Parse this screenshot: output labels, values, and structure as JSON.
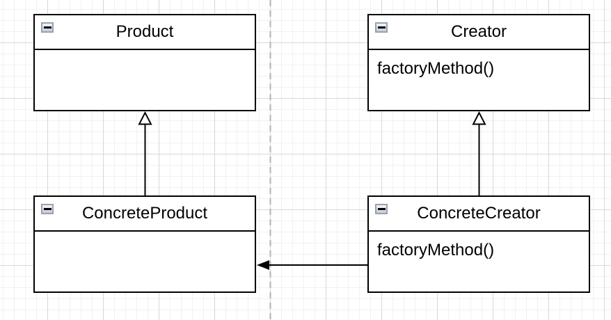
{
  "canvas": {
    "background": "#ffffff",
    "grid_minor_color": "#f1f1f1",
    "grid_major_color": "#d8d8d8",
    "page_divider_color": "#b3b3b3",
    "shape_border_color": "#000000",
    "shape_fill_color": "#ffffff",
    "text_color": "#000000"
  },
  "icons": {
    "collapse": "minus-icon"
  },
  "diagram": {
    "classes": [
      {
        "name": "Product",
        "methods": []
      },
      {
        "name": "Creator",
        "methods": [
          "factoryMethod()"
        ]
      },
      {
        "name": "ConcreteProduct",
        "methods": []
      },
      {
        "name": "ConcreteCreator",
        "methods": [
          "factoryMethod()"
        ]
      }
    ],
    "relations": [
      {
        "type": "generalization",
        "from": "ConcreteProduct",
        "to": "Product"
      },
      {
        "type": "generalization",
        "from": "ConcreteCreator",
        "to": "Creator"
      },
      {
        "type": "association",
        "from": "ConcreteCreator",
        "to": "ConcreteProduct"
      }
    ]
  }
}
